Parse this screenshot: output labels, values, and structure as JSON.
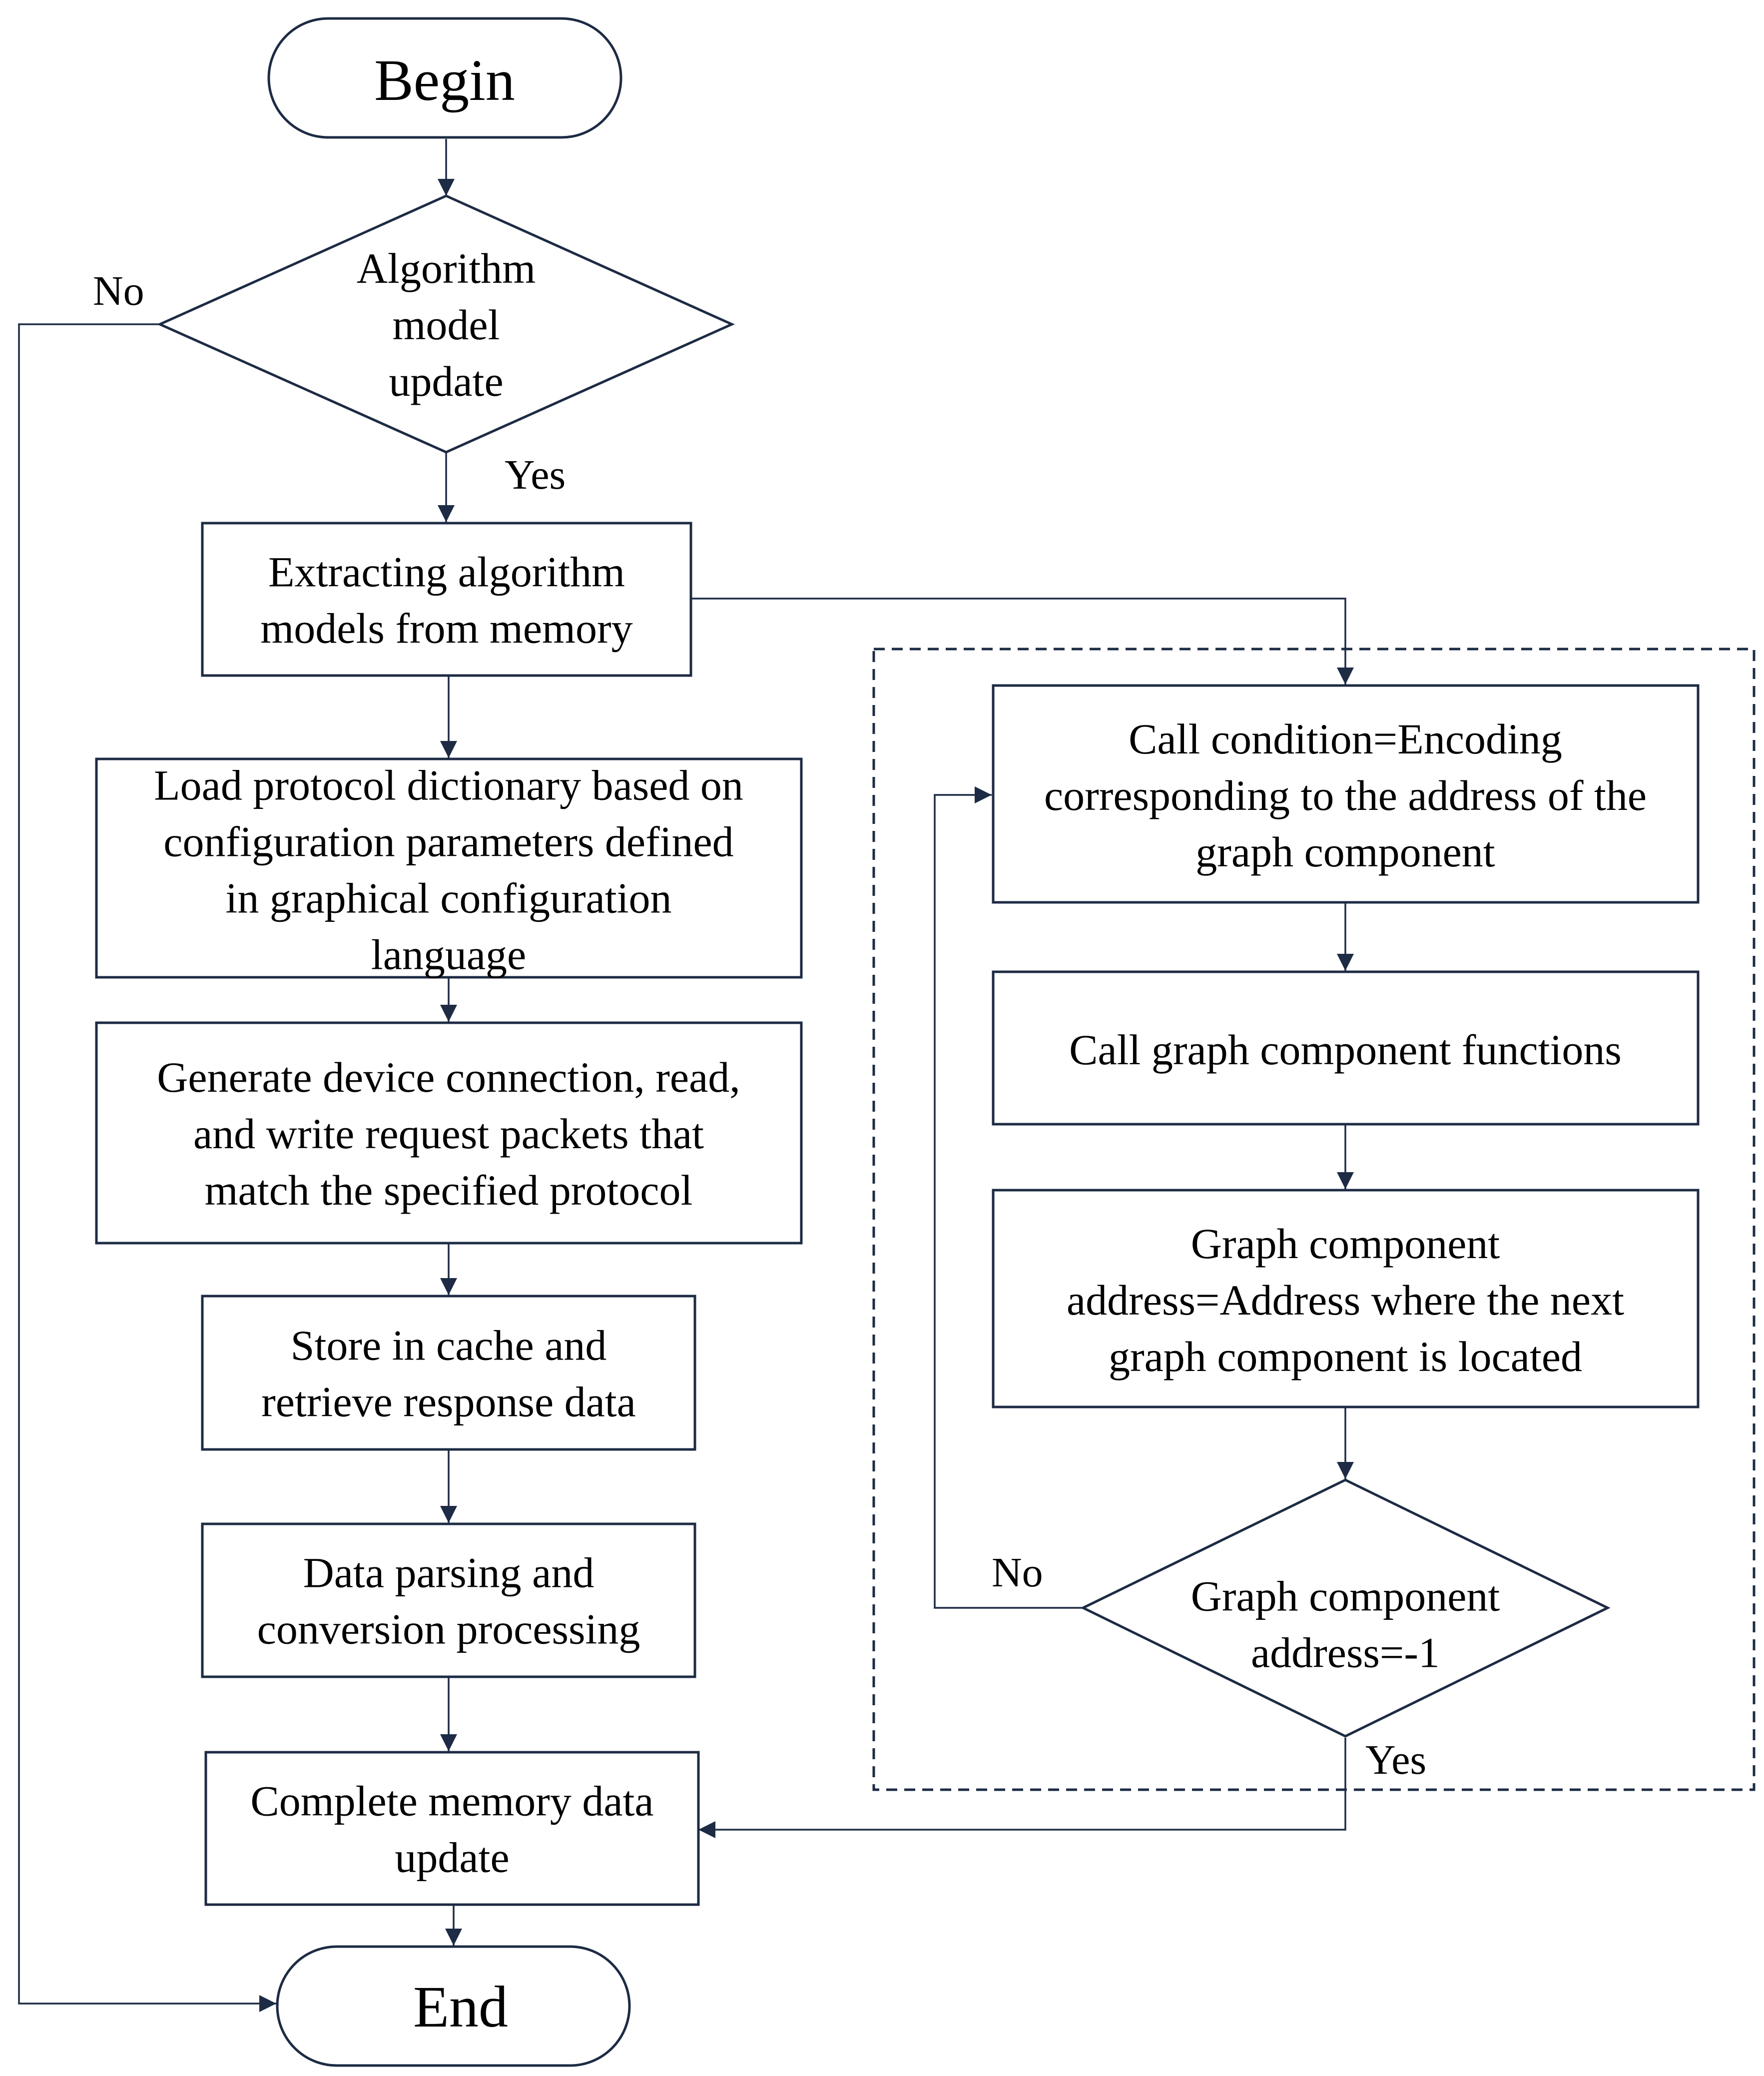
{
  "nodes": {
    "begin": "Begin",
    "algo_update": [
      "Algorithm",
      "model",
      "update"
    ],
    "extract": [
      "Extracting algorithm",
      "models from memory"
    ],
    "load_dict": [
      "Load protocol dictionary based on",
      "configuration parameters defined",
      "in graphical configuration",
      "language"
    ],
    "generate": [
      "Generate device connection, read,",
      "and write request packets that",
      "match the specified protocol"
    ],
    "store": [
      "Store in cache and",
      "retrieve response data"
    ],
    "parse": [
      "Data parsing and",
      "conversion processing"
    ],
    "complete": [
      "Complete memory data",
      "update"
    ],
    "end": "End",
    "call_cond": [
      "Call condition=Encoding",
      "corresponding to the address of the",
      "graph component"
    ],
    "call_func": [
      "Call graph component functions"
    ],
    "addr_next": [
      "Graph component",
      "address=Address where the next",
      "graph component is located"
    ],
    "addr_check": [
      "Graph component",
      "address=-1"
    ]
  },
  "edge_labels": {
    "algo_no": "No",
    "algo_yes": "Yes",
    "addr_no": "No",
    "addr_yes": "Yes"
  },
  "colors": {
    "stroke": "#1d2b44",
    "text": "#000000",
    "background": "#ffffff"
  }
}
